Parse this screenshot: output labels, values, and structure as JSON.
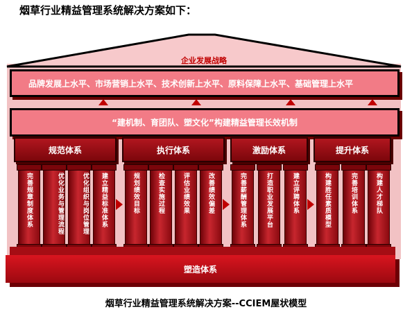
{
  "heading": "烟草行业精益管理系统解决方案如下：",
  "roof_label": "企业发展战略",
  "band1_text": "品牌发展上水平、市场营销上水平、技术创新上水平、原料保障上水平、基础管理上水平",
  "band2_text": "“建机制、育团队、塑文化”构建精益管理长效机制",
  "systems": [
    "规范体系",
    "执行体系",
    "激励体系",
    "提升体系"
  ],
  "pillars": [
    "完善规章制度体系",
    "优化业务与管理流程",
    "优化组织与岗位管理",
    "建立精益标准体系",
    "规划绩效目标",
    "检查实施过程",
    "评估业绩效果",
    "改善绩效偏差",
    "完善薪酬管理体系",
    "打造职业发展平台",
    "建立评聘体系",
    "构建胜任素质模型",
    "完善培训体系",
    "构建人才梯队"
  ],
  "foundation": "塑造体系",
  "caption": "烟草行业精益管理系统解决方案--CCIEM屋状模型",
  "colors": {
    "red": "#c00000",
    "dark_red": "#7b060b",
    "pink": "#f27b86",
    "wall": "#f2c2c4"
  }
}
